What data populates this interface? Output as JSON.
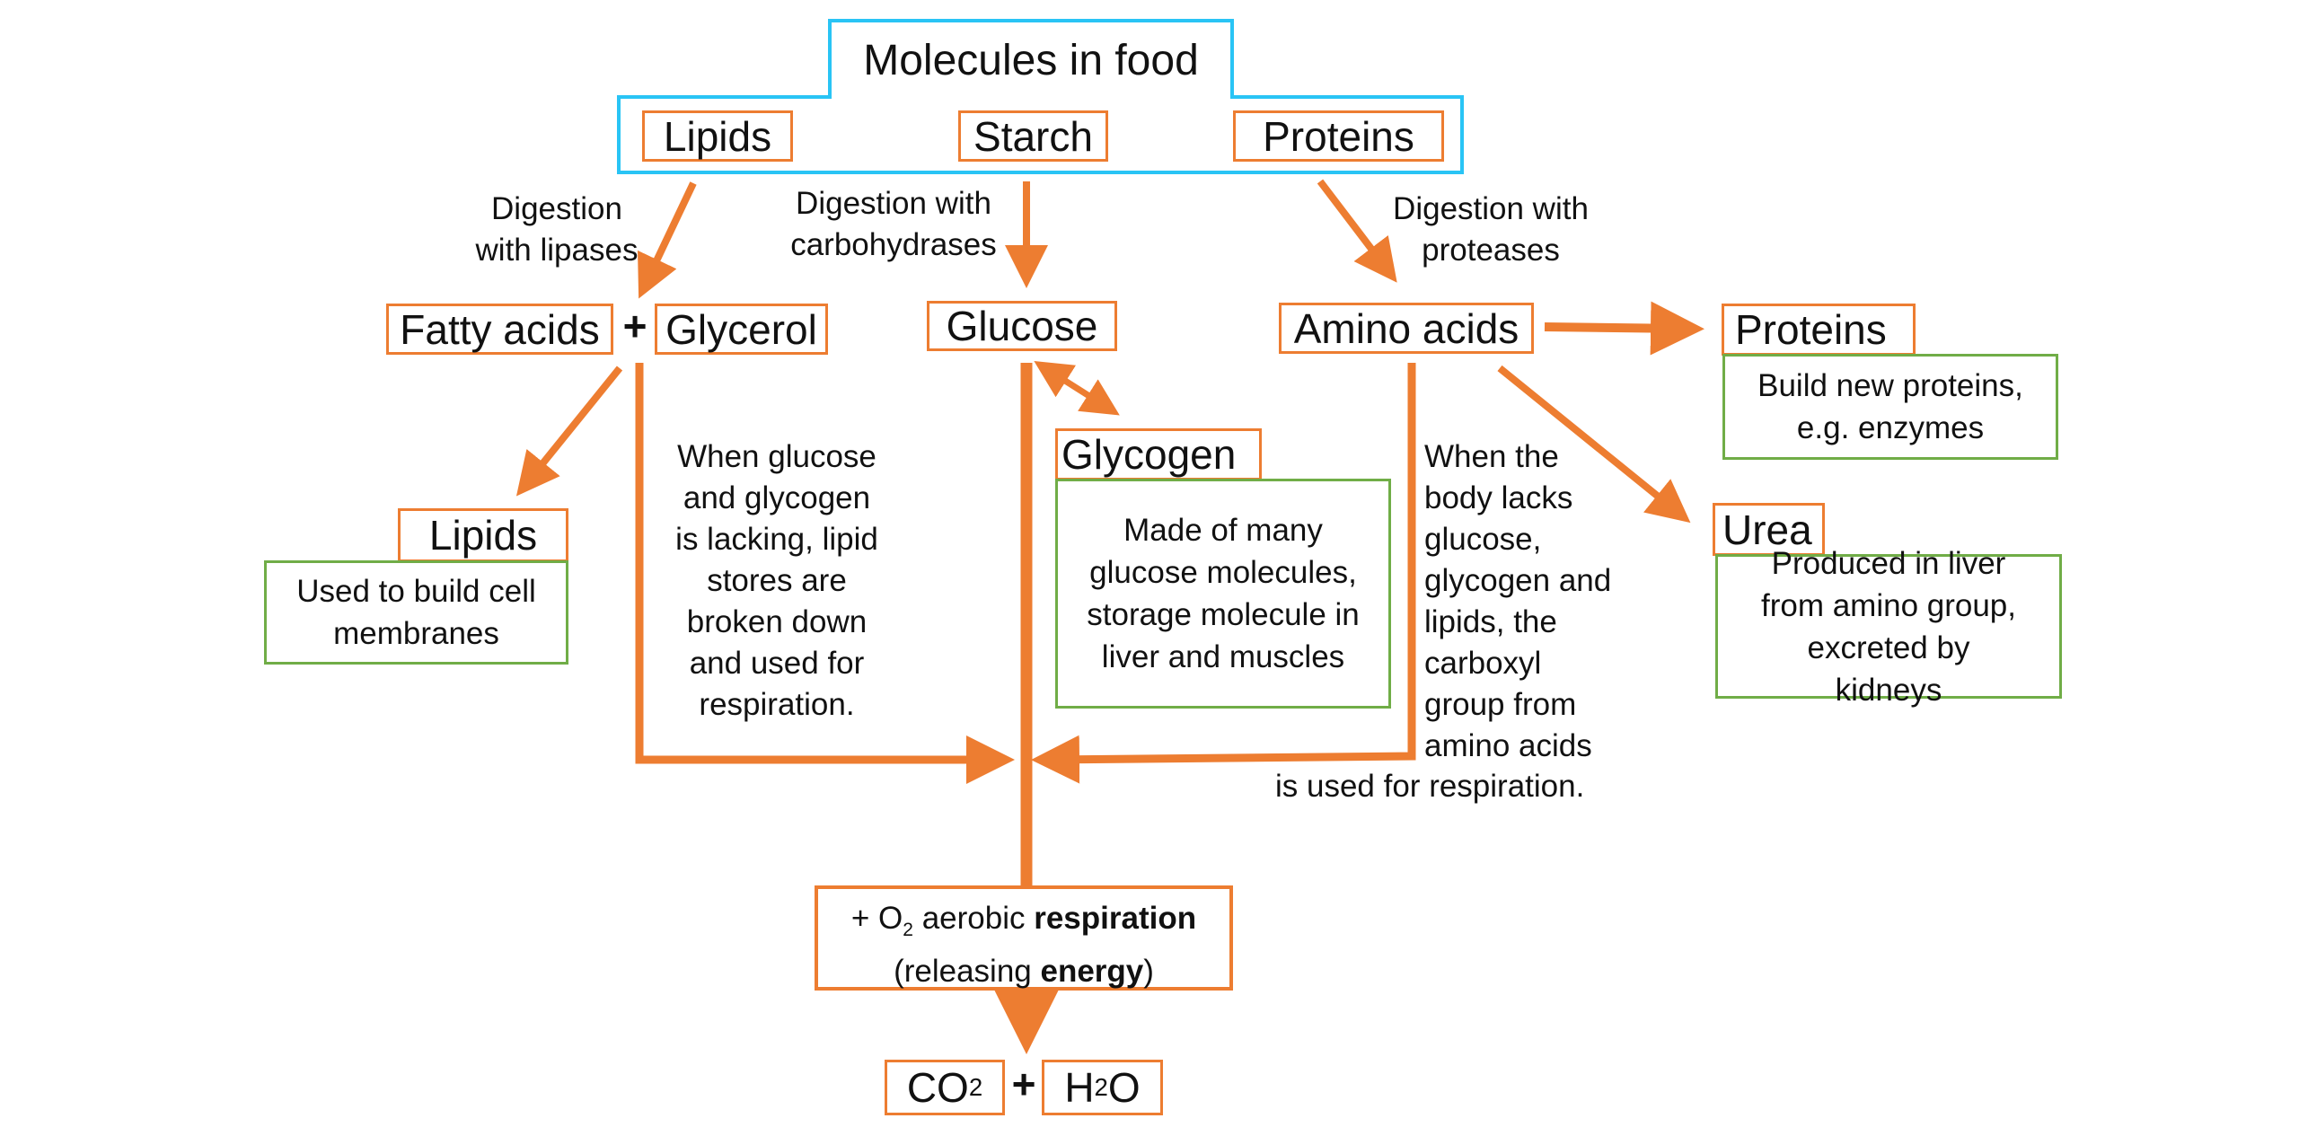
{
  "title": "Molecules in food",
  "food": {
    "lipids": "Lipids",
    "starch": "Starch",
    "proteins": "Proteins"
  },
  "digestion": {
    "lipases": "Digestion\nwith lipases",
    "carbohydrases": "Digestion with\ncarbohydrases",
    "proteases": "Digestion with\nproteases"
  },
  "products": {
    "fatty_acids": "Fatty acids",
    "plus": "+",
    "glycerol": "Glycerol",
    "glucose": "Glucose",
    "amino_acids": "Amino acids"
  },
  "lipids_store": {
    "title": "Lipids",
    "desc": "Used to build cell membranes"
  },
  "glycogen": {
    "title": "Glycogen",
    "desc": "Made of many glucose molecules, storage molecule in liver and muscles"
  },
  "proteins_build": {
    "title": "Proteins",
    "desc": "Build new proteins, e.g. enzymes"
  },
  "urea": {
    "title": "Urea",
    "desc": "Produced in liver from amino group, excreted by kidneys"
  },
  "notes": {
    "lipid_respiration": "When glucose\nand glycogen\nis lacking, lipid\nstores are\nbroken down\nand used for\nrespiration.",
    "amino_respiration": "When the\nbody lacks\nglucose,\nglycogen and\nlipids, the\ncarboxyl\ngroup from\namino acids",
    "amino_respiration_tail": "is used for respiration."
  },
  "respiration": {
    "prefix": "+ O",
    "o2_sub": "2",
    "aerobic": " aerobic ",
    "respiration_bold": "respiration",
    "open_paren": "(releasing ",
    "energy_bold": "energy",
    "close_paren": ")"
  },
  "outputs": {
    "co2_main": "CO",
    "co2_sub": "2",
    "plus": "+",
    "h2o_h": "H",
    "h2o_sub": "2",
    "h2o_o": "O"
  },
  "colors": {
    "orange": "#ed7d31",
    "green": "#70ad47",
    "blue": "#29c4f5"
  }
}
